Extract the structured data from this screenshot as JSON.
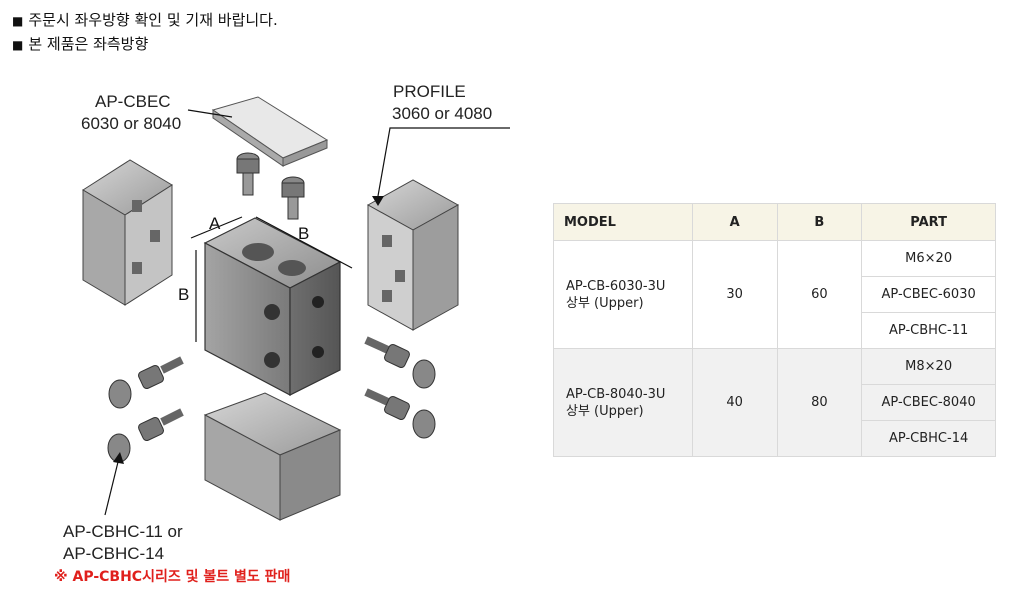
{
  "notes": [
    "주문시 좌우방향 확인 및 기재 바랍니다.",
    "본 제품은 좌측방향"
  ],
  "bullet": "■",
  "diagram": {
    "cbec_label_line1": "AP-CBEC",
    "cbec_label_line2": "6030 or 8040",
    "profile_label_line1": "PROFILE",
    "profile_label_line2": "3060 or 4080",
    "dim_a": "A",
    "dim_b_top": "B",
    "dim_b_side": "B",
    "cbhc_label_line1": "AP-CBHC-11 or",
    "cbhc_label_line2": "AP-CBHC-14",
    "warning": "※ AP-CBHC시리즈 및 볼트 별도 판매"
  },
  "table": {
    "headers": [
      "MODEL",
      "A",
      "B",
      "PART"
    ],
    "rows": [
      {
        "model_line1": "AP-CB-6030-3U",
        "model_line2": "상부 (Upper)",
        "a": "30",
        "b": "60",
        "parts": [
          "M6×20",
          "AP-CBEC-6030",
          "AP-CBHC-11"
        ]
      },
      {
        "model_line1": "AP-CB-8040-3U",
        "model_line2": "상부 (Upper)",
        "a": "40",
        "b": "80",
        "parts": [
          "M8×20",
          "AP-CBEC-8040",
          "AP-CBHC-14"
        ]
      }
    ]
  }
}
